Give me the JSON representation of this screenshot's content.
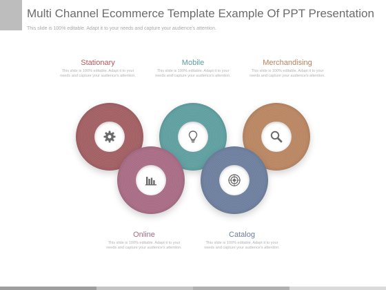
{
  "header": {
    "title": "Multi Channel Ecommerce Template Example Of PPT Presentation",
    "subtitle": "This slide is 100% editable. Adapt it to your needs and capture your audience's attention."
  },
  "items": [
    {
      "label": "Stationary",
      "color": "#a25f63",
      "label_color": "#b0575e",
      "icon": "gear-icon",
      "description": "This slide is 100% editable. Adapt it to your needs and capture your audience's attention."
    },
    {
      "label": "Mobile",
      "color": "#5f9fa0",
      "label_color": "#5d9ea0",
      "icon": "lightbulb-icon",
      "description": "This slide is 100% editable. Adapt it to your needs and capture your audience's attention."
    },
    {
      "label": "Merchandising",
      "color": "#b98662",
      "label_color": "#b7825c",
      "icon": "search-icon",
      "description": "This slide is 100% editable. Adapt it to your needs and capture your audience's attention."
    },
    {
      "label": "Online",
      "color": "#a86c84",
      "label_color": "#a56a82",
      "icon": "bar-chart-icon",
      "description": "This slide is 100% editable. Adapt it to your needs and capture your audience's attention."
    },
    {
      "label": "Catalog",
      "color": "#6d7f9e",
      "label_color": "#6b7c9a",
      "icon": "target-icon",
      "description": "This slide is 100% editable. Adapt it to your needs and capture your audience's attention."
    }
  ]
}
